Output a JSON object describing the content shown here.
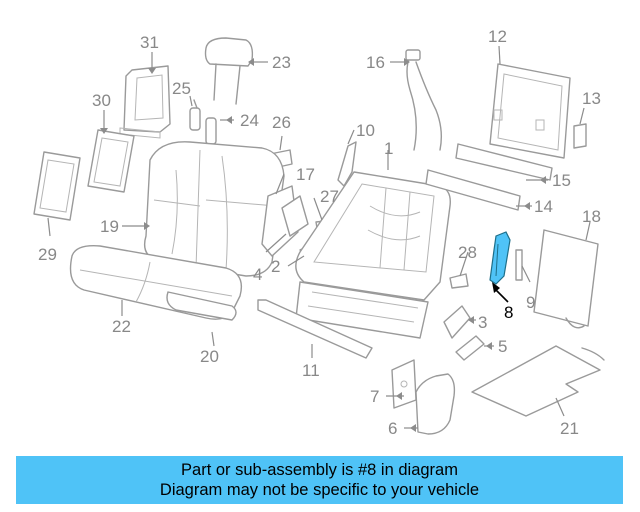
{
  "diagram": {
    "callouts": [
      "1",
      "2",
      "3",
      "4",
      "5",
      "6",
      "7",
      "8",
      "9",
      "10",
      "11",
      "12",
      "13",
      "14",
      "15",
      "16",
      "17",
      "18",
      "19",
      "20",
      "21",
      "22",
      "23",
      "24",
      "25",
      "26",
      "27",
      "28",
      "29",
      "30",
      "31"
    ],
    "highlighted_part": "8",
    "colors": {
      "highlight": "#4fc3f7",
      "line": "#9a9a9a",
      "label": "#888888"
    }
  },
  "banner": {
    "line1": "Part or sub-assembly is #8 in diagram",
    "line2": "Diagram may not be specific to your vehicle"
  }
}
